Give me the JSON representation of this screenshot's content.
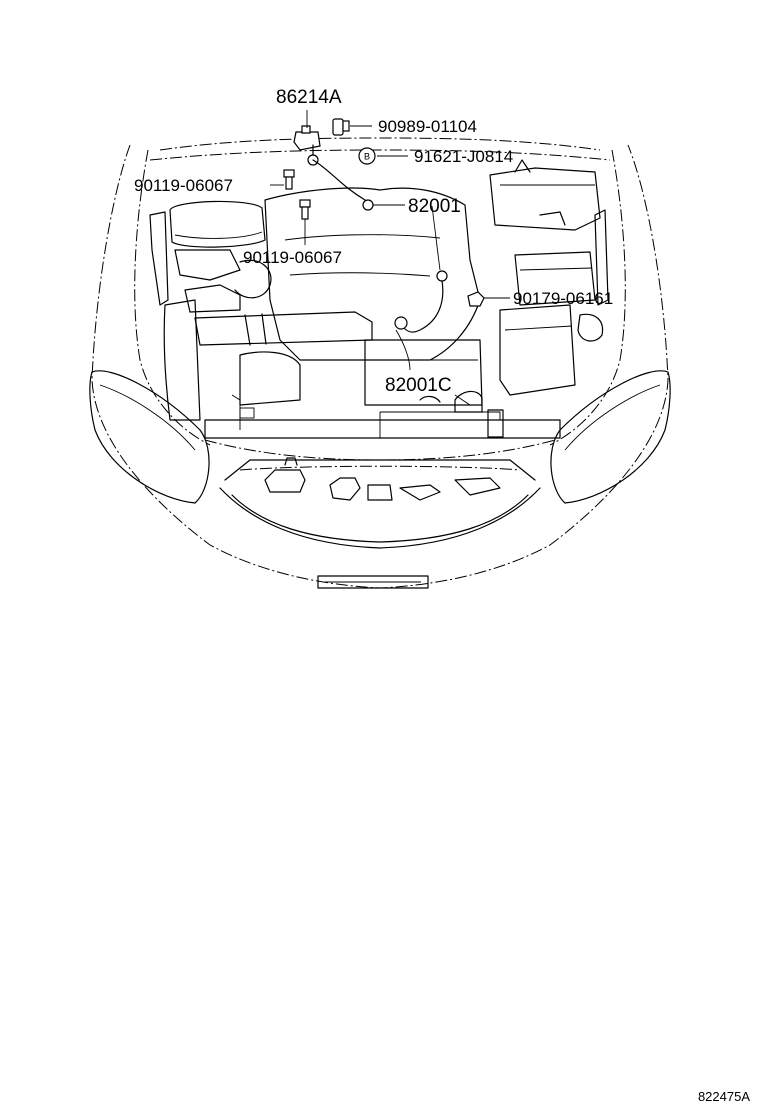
{
  "callouts": {
    "c86214A": "86214A",
    "c90989": "90989-01104",
    "c91621": "91621-J0814",
    "c90119a": "90119-06067",
    "c82001": "82001",
    "c90119b": "90119-06067",
    "c90179": "90179-06161",
    "c82001C": "82001C"
  },
  "clamp_symbol": "B",
  "illustration_number": "822475A"
}
